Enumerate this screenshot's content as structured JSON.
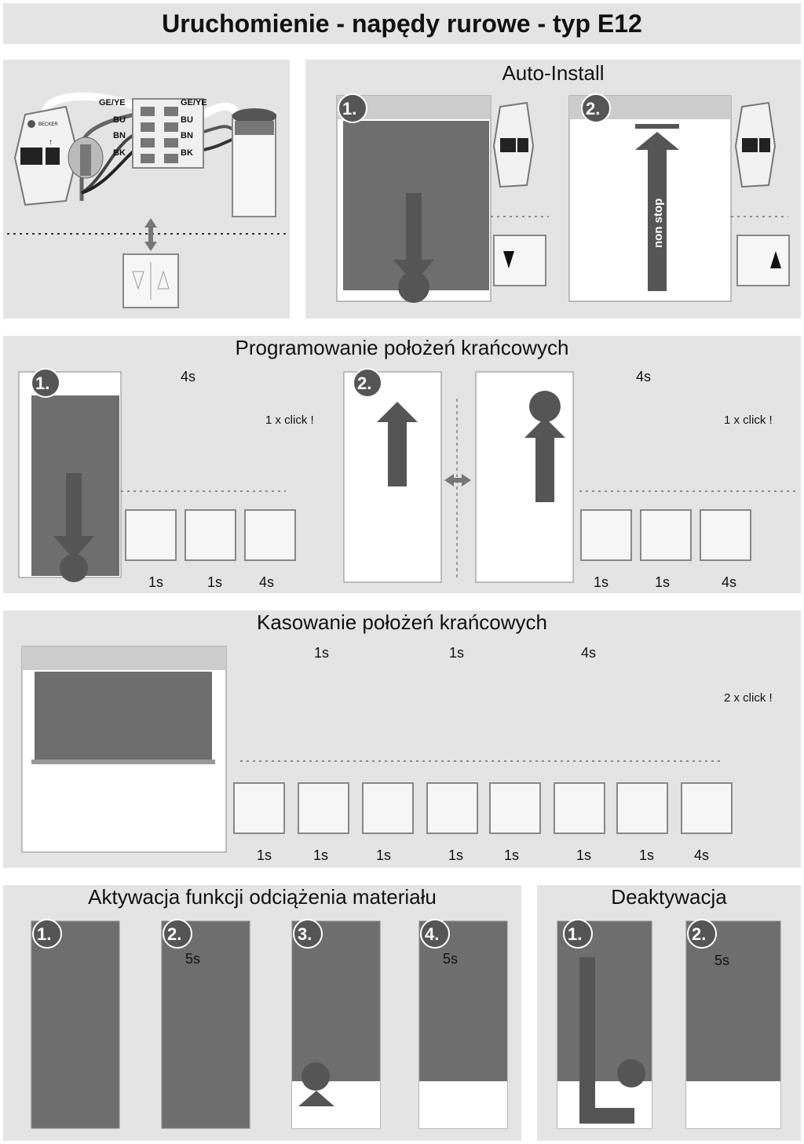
{
  "page_title": "Uruchomienie - napędy rurowe - typ E12",
  "wiring": {
    "ge_ye_left": "GE/YE",
    "bu_left": "BU",
    "bn_left": "BN",
    "bk_left": "BK",
    "ge_ye_right": "GE/YE",
    "bu_right": "BU",
    "bn_right": "BN",
    "bk_right": "BK",
    "brand": "BECKER"
  },
  "auto_install": {
    "title": "Auto-Install",
    "step1": "1.",
    "step2": "2.",
    "non_stop": "non stop"
  },
  "programming": {
    "title": "Programowanie położeń krańcowych",
    "step1": "1.",
    "step2": "2.",
    "hold_left": "4s",
    "hold_right": "4s",
    "click_left": "1 x click !",
    "click_right": "1 x click !",
    "times_left": [
      "1s",
      "1s",
      "4s"
    ],
    "times_right": [
      "1s",
      "1s",
      "4s"
    ]
  },
  "deleting": {
    "title": "Kasowanie położeń krańcowych",
    "holds": [
      "1s",
      "1s",
      "4s"
    ],
    "click": "2 x click !",
    "times": [
      "1s",
      "1s",
      "1s",
      "1s",
      "1s",
      "1s",
      "1s",
      "4s"
    ]
  },
  "activation": {
    "title": "Aktywacja funkcji odciążenia materiału",
    "steps": [
      "1.",
      "2.",
      "3.",
      "4."
    ],
    "hold2": "5s",
    "hold4": "5s"
  },
  "deactivation": {
    "title": "Deaktywacja",
    "steps": [
      "1.",
      "2."
    ],
    "hold2": "5s"
  }
}
